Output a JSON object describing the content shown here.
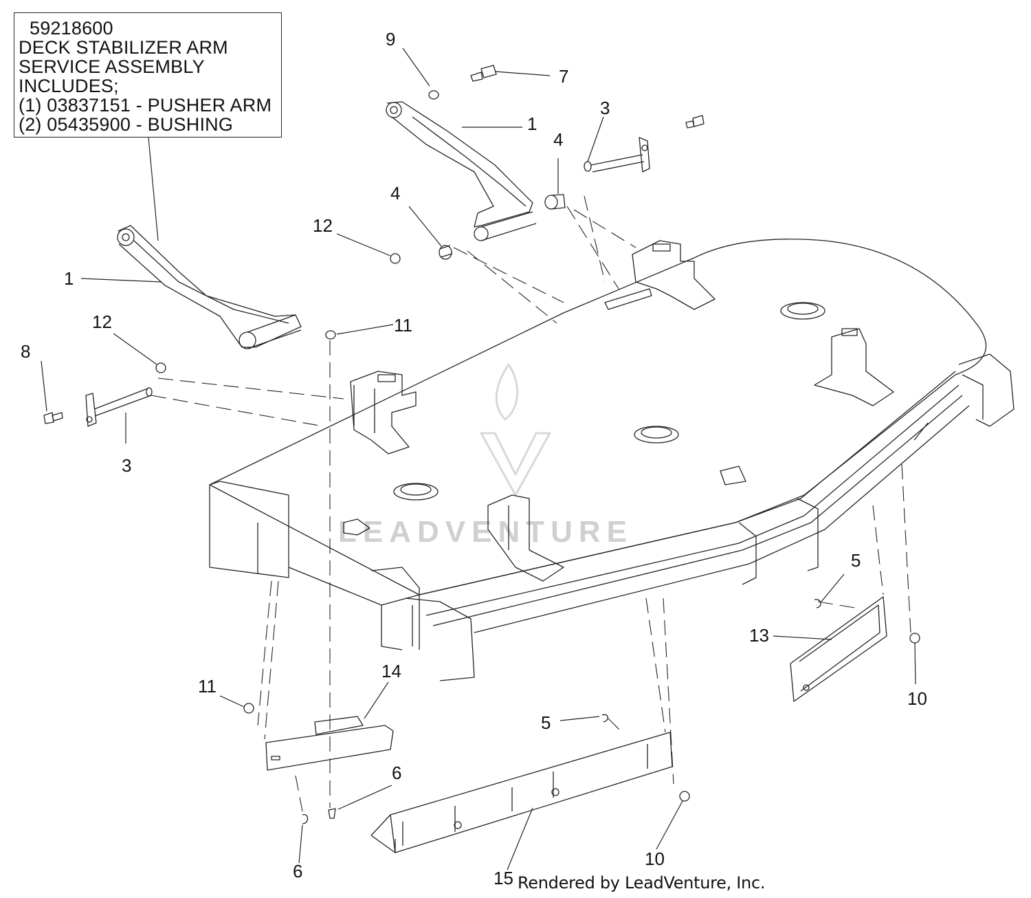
{
  "callout": {
    "part_number": "59218600",
    "lines": [
      "DECK STABILIZER ARM",
      "SERVICE ASSEMBLY",
      "INCLUDES;",
      "(1) 03837151 - PUSHER ARM",
      "(2) 05435900 - BUSHING"
    ]
  },
  "labels": {
    "l1a": "1",
    "l1b": "1",
    "l3a": "3",
    "l3b": "3",
    "l4a": "4",
    "l4b": "4",
    "l5a": "5",
    "l5b": "5",
    "l6a": "6",
    "l6b": "6",
    "l7": "7",
    "l8": "8",
    "l9": "9",
    "l10a": "10",
    "l10b": "10",
    "l11a": "11",
    "l11b": "11",
    "l12a": "12",
    "l12b": "12",
    "l13": "13",
    "l14": "14",
    "l15": "15"
  },
  "watermark": "LEADVENTURE",
  "footer": "Rendered by LeadVenture, Inc.",
  "colors": {
    "line": "#222222",
    "watermark": "#d0d0d0"
  }
}
